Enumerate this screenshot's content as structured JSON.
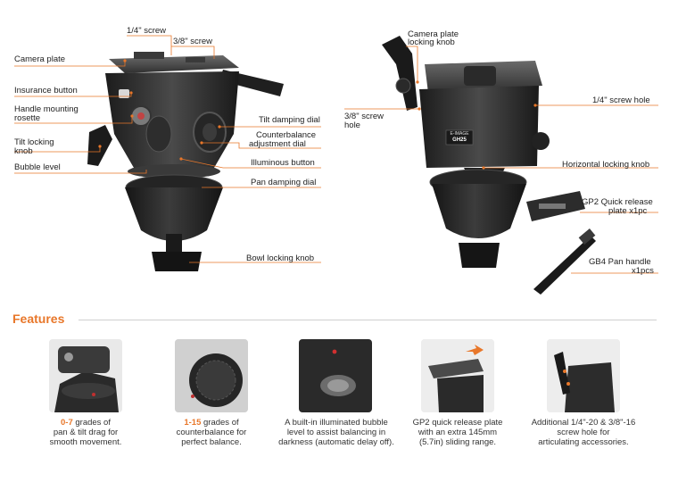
{
  "left_labels": {
    "quarter_screw": "1/4\" screw",
    "three_eighth_screw": "3/8\" screw",
    "camera_plate": "Camera plate",
    "insurance_button": "Insurance button",
    "handle_rosette_1": "Handle mounting",
    "handle_rosette_2": "rosette",
    "tilt_locking_1": "Tilt locking",
    "tilt_locking_2": "knob",
    "bubble_level": "Bubble level",
    "tilt_damping": "Tilt damping dial",
    "counterbalance_1": "Counterbalance",
    "counterbalance_2": "adjustment dial",
    "illuminous_button": "Illuminous button",
    "pan_damping": "Pan damping dial",
    "bowl_locking": "Bowl locking knob"
  },
  "right_labels": {
    "plate_locking_1": "Camera plate",
    "plate_locking_2": "locking knob",
    "screw_hole_38_1": "3/8\" screw",
    "screw_hole_38_2": "hole",
    "screw_hole_14": "1/4\" screw hole",
    "horizontal_locking": "Horizontal locking knob",
    "gp2_1": "GP2 Quick release",
    "gp2_2": "plate   x1pc",
    "gb4_1": "GB4 Pan handle",
    "gb4_2": "x1pcs"
  },
  "head_badge": {
    "brand": "E-IMAGE",
    "model": "GH25"
  },
  "features": {
    "title": "Features",
    "items": [
      {
        "highlight": "0-7",
        "line1_rest": " grades of",
        "line2": "pan & tilt drag for",
        "line3": "smooth movement."
      },
      {
        "highlight": "1-15",
        "line1_rest": " grades of",
        "line2": "counterbalance for",
        "line3": "perfect balance."
      },
      {
        "highlight": "",
        "line1_rest": "A built-in illuminated bubble",
        "line2": "level to assist balancing in",
        "line3": "darkness (automatic delay off)."
      },
      {
        "highlight": "",
        "line1_rest": "GP2 quick release plate",
        "line2": "with an extra 145mm",
        "line3": "(5.7in) sliding range."
      },
      {
        "highlight": "",
        "line1_rest": "Additional 1/4\"-20 & 3/8\"-16",
        "line2": "screw hole for",
        "line3": "articulating accessories."
      }
    ]
  },
  "colors": {
    "accent": "#e8772a",
    "leader": "#e8772a",
    "body": "#2b2b2b",
    "metal": "#505050"
  }
}
